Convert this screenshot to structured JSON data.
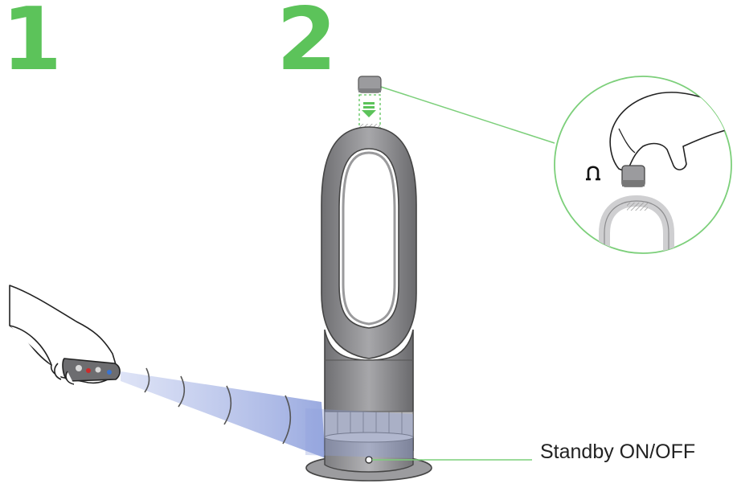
{
  "steps": {
    "first": "1",
    "second": "2"
  },
  "callout": {
    "standby_label": "Standby ON/OFF"
  },
  "colors": {
    "step_green": "#5cc35a",
    "callout_line": "#7ccf7a",
    "body_grey": "#8a8a8c",
    "beam_blue": "#aab8e6"
  },
  "icons": {
    "magnet": "magnet-icon",
    "arrow": "down-arrow-icon"
  }
}
